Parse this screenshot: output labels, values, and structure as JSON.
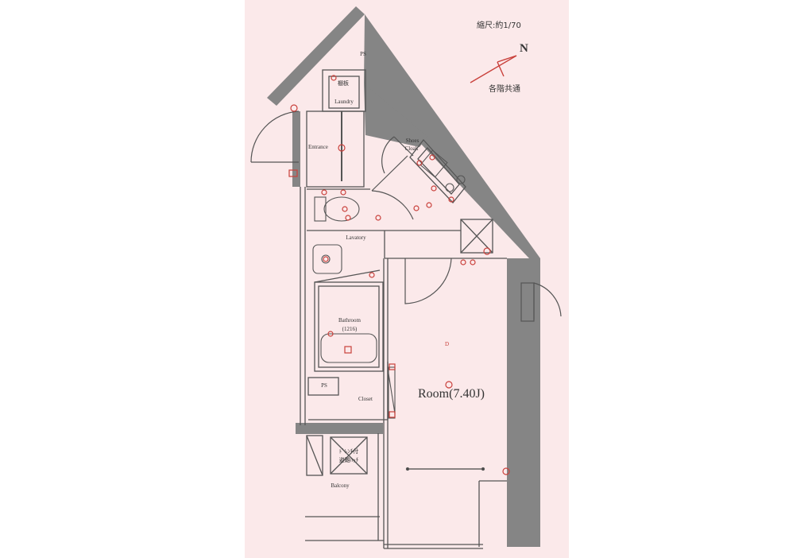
{
  "floorplan": {
    "scale": "縮尺:約1/70",
    "north": "N",
    "common_note": "各階共通",
    "colors": {
      "panel_bg": "#fbe9ea",
      "wall": "#858585",
      "line": "#555555",
      "fixture_red": "#c9403b"
    },
    "labels": {
      "ps_top": "PS",
      "shelf": "棚板",
      "laundry": "Laundry",
      "entrance": "Entrance",
      "shoes_cloak_1": "Shoes",
      "shoes_cloak_2": "Cloak",
      "lavatory": "Lavatory",
      "bathroom": "Bathroom",
      "bath_size": "(1216)",
      "ps_mid": "PS",
      "closet": "Closet",
      "room": "Room(7.40J)",
      "room_d": "D",
      "hatch_1": "ﾄﾞﾚﾝﾁ付",
      "hatch_2": "避難ﾊｯﾁ",
      "balcony": "Balcony"
    }
  }
}
